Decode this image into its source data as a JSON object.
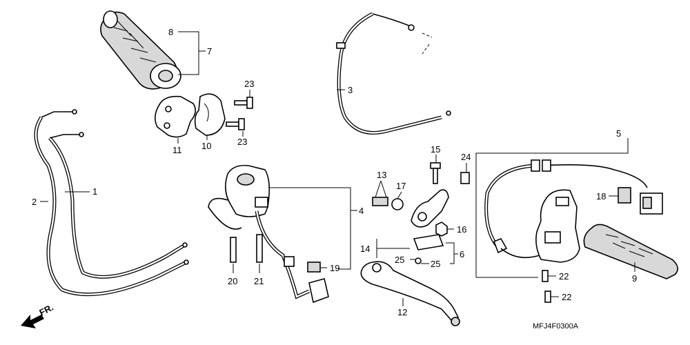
{
  "diagram_code": "MFJ4F0300A",
  "direction_label": "FR.",
  "callouts": {
    "c1": "1",
    "c2": "2",
    "c3": "3",
    "c4": "4",
    "c5": "5",
    "c6": "6",
    "c7": "7",
    "c8": "8",
    "c9": "9",
    "c10": "10",
    "c11": "11",
    "c12": "12",
    "c13": "13",
    "c14": "14",
    "c15": "15",
    "c16": "16",
    "c17": "17",
    "c18": "18",
    "c19": "19",
    "c20": "20",
    "c21": "21",
    "c22a": "22",
    "c22b": "22",
    "c23a": "23",
    "c23b": "23",
    "c24": "24",
    "c25a": "25",
    "c25b": "25"
  }
}
